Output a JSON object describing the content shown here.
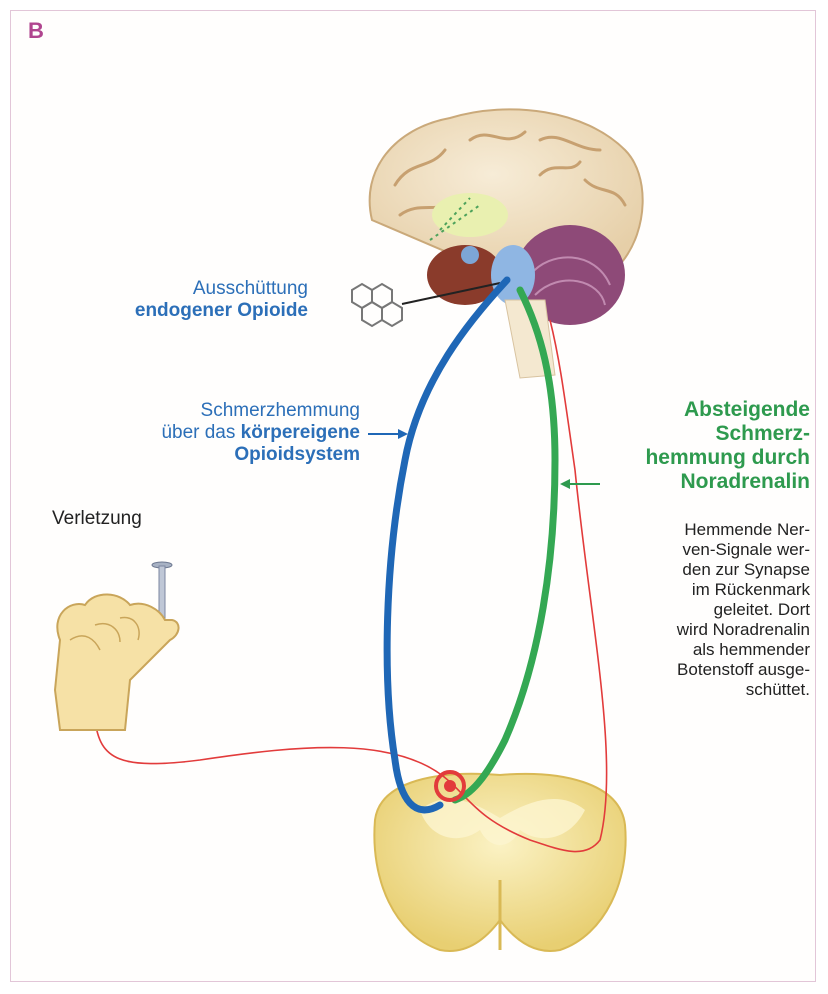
{
  "panel_letter": "B",
  "labels": {
    "opioid_release": [
      "Ausschüttung",
      "endogener Opioide"
    ],
    "opioid_inhibition": [
      "Schmerzhemmung",
      "über das",
      "körpereigene",
      "Opioidsystem"
    ],
    "noradrenalin_heading": [
      "Absteigende",
      "Schmerz-",
      "hemmung durch",
      "Noradrenalin"
    ],
    "injury": "Verletzung",
    "description": [
      "Hemmende Ner-",
      "ven-Signale wer-",
      "den zur Synapse",
      "im Rückenmark",
      "geleitet. Dort",
      "wird Noradrenalin",
      "als hemmender",
      "Botenstoff ausge-",
      "schüttet."
    ]
  },
  "colors": {
    "opioid_pathway": "#1f67b6",
    "noradrenalin_pathway": "#34a853",
    "pain_signal": "#e23b3b",
    "tissue": "#f4e6a8"
  },
  "icons": [
    "brain-icon",
    "molecule-icon",
    "hand-icon",
    "nail-icon",
    "spinal-cord-icon",
    "synapse-icon"
  ]
}
